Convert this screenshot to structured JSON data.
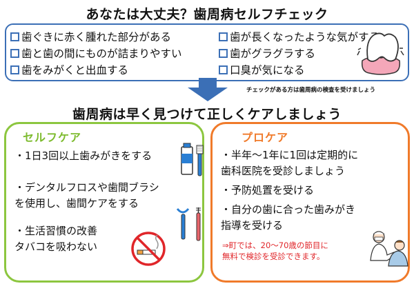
{
  "title": "あなたは大丈夫？歯周病セルフチェック",
  "checklist": {
    "left": [
      "歯ぐきに赤く腫れた部分がある",
      "歯と歯の間にものが詰まりやすい",
      "歯をみがくと出血する"
    ],
    "right": [
      "歯が長くなったような気がする",
      "歯がグラグラする",
      "口臭が気になる"
    ],
    "note": "チェックがある方は歯周病の検査を受けましょう"
  },
  "subtitle": "歯周病は早く見つけて正しくケアしましょう",
  "self_care": {
    "heading": "セルフケア",
    "items": [
      [
        "・1日3回以上歯みがきをする"
      ],
      [
        "・デンタルフロスや歯間ブラシ",
        "を使用し、歯間ケアをする"
      ],
      [
        "・生活習慣の改善",
        "タバコを吸わない"
      ]
    ]
  },
  "pro_care": {
    "heading": "プロケア",
    "items": [
      [
        "・半年～1年に1回は定期的に",
        "歯科医院を受診しましょう"
      ],
      [
        "・予防処置を受ける"
      ],
      [
        "・自分の歯に合った歯みがき",
        "指導を受ける"
      ]
    ],
    "note": [
      "⇒町では、20～70歳の節目に",
      "無料で検診を受診できます。"
    ]
  },
  "colors": {
    "checklist_border": "#3b6fb6",
    "arrow": "#3b6fb6",
    "self_care": "#8cc63f",
    "pro_care": "#f07a2a",
    "note_red": "#e0262a"
  },
  "icons": [
    "tooth-icon",
    "down-arrow-icon",
    "toothpaste-icon",
    "toothbrush-icon",
    "floss-icon",
    "interdental-brush-icon",
    "no-smoking-icon",
    "dentist-icon"
  ]
}
